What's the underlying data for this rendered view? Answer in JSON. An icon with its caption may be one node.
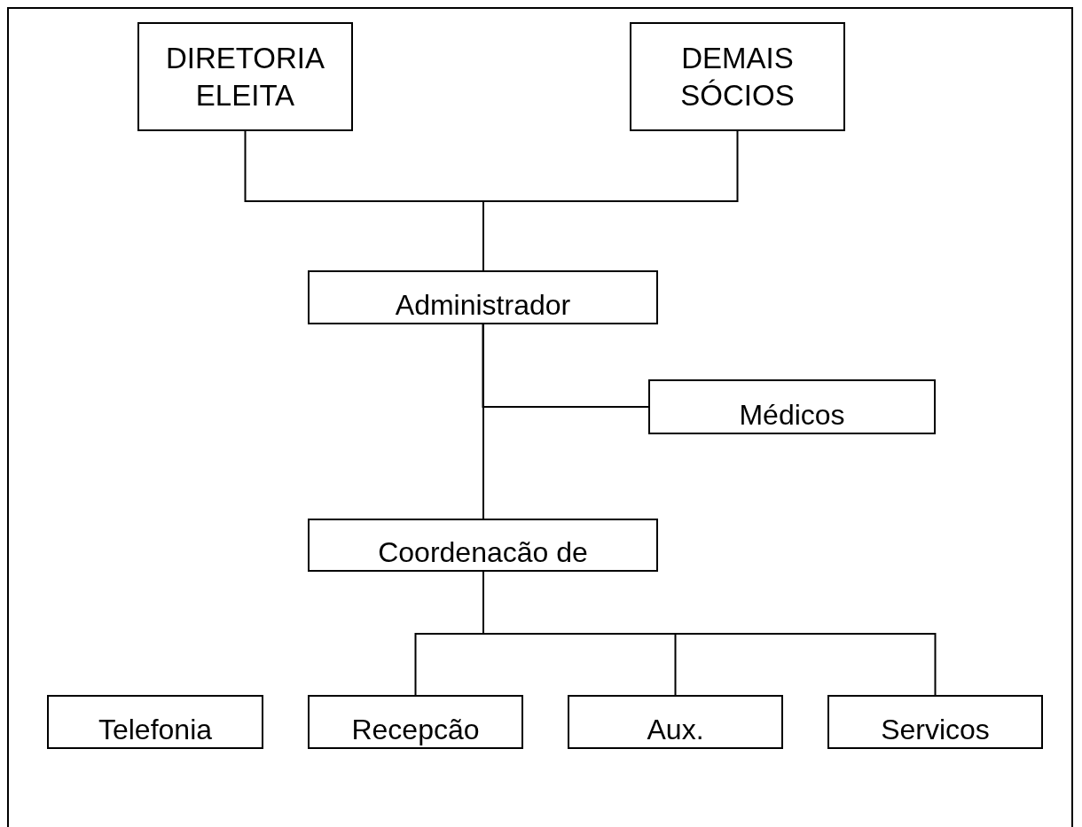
{
  "diagram": {
    "nodes": [
      {
        "text": [
          "DIRETORIA ELEITA"
        ]
      },
      {
        "text": [
          "DEMAIS SÓCIOS"
        ]
      },
      {
        "text": [
          "Administrador"
        ]
      },
      {
        "text": [
          "Médicos"
        ]
      },
      {
        "text": [
          "Coordenacão de"
        ]
      },
      {
        "text": [
          "Telefonia"
        ]
      },
      {
        "text": [
          "Recepcão"
        ]
      },
      {
        "text": [
          "Aux."
        ]
      },
      {
        "text": [
          "Servicos"
        ]
      }
    ],
    "edges": [
      {
        "from": 0,
        "to": 2,
        "arrow": "none"
      },
      {
        "from": 1,
        "to": 2,
        "arrow": "none"
      },
      {
        "from": 2,
        "to": 4,
        "arrow": "none"
      },
      {
        "from": 2,
        "to": 3,
        "arrow": "none"
      },
      {
        "from": 4,
        "to": 6,
        "arrow": "none"
      },
      {
        "from": 4,
        "to": 7,
        "arrow": "none"
      },
      {
        "from": 4,
        "to": 8,
        "arrow": "none"
      }
    ]
  }
}
